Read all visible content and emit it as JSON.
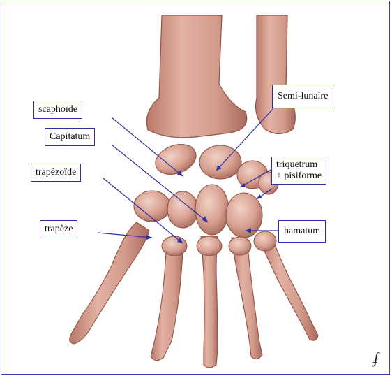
{
  "labels": {
    "scaphoide": "scaphoïde",
    "capitatum": "Capitatum",
    "trapezoide": "trapézoïde",
    "trapeze": "trapèze",
    "semi_lunaire": "Semi-lunaire",
    "triquetrum_line1": "triquetrum",
    "triquetrum_line2": "+ pisiforme",
    "hamatum": "hamatum"
  },
  "colors": {
    "bone": "#d9a394",
    "bone_shadow": "#a8685a",
    "bone_light": "#efcfc3",
    "leader_line": "#2b30a6",
    "frame": "#3a40b8"
  },
  "signature": "ʄ"
}
